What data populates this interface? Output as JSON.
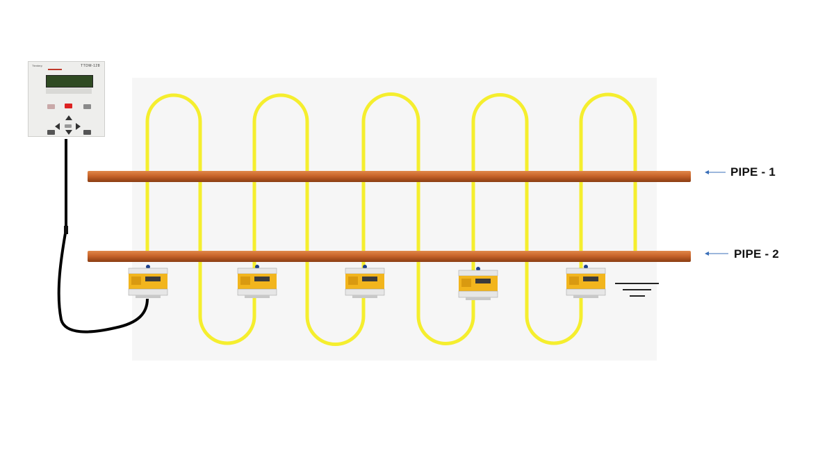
{
  "controller": {
    "model": "TTDM-128",
    "brand": "Ttenterp"
  },
  "pipes": [
    {
      "label": "PIPE - 1",
      "color": "#c8642a"
    },
    {
      "label": "PIPE - 2",
      "color": "#c8642a"
    }
  ],
  "cable_color": "#f5ee2e",
  "module_color": "#f2b51d",
  "module_count": 5,
  "icons": [
    "arrow-left-icon",
    "ground-icon"
  ]
}
